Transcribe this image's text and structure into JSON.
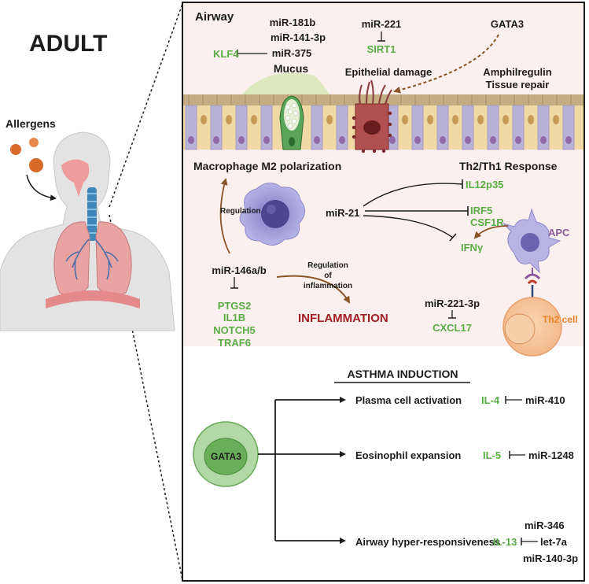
{
  "title": "ADULT",
  "allergens": "Allergens",
  "airway": {
    "label": "Airway",
    "mirs": [
      "miR-181b",
      "miR-141-3p",
      "miR-375"
    ],
    "klf4": "KLF4",
    "mucus": "Mucus",
    "mir221": "miR-221",
    "sirt1": "SIRT1",
    "epithelial_damage": "Epithelial damage",
    "gata3": "GATA3",
    "amphiregulin": "Amphilregulin",
    "tissue_repair": "Tissue repair"
  },
  "macrophage": {
    "title": "Macrophage M2 polarization",
    "regulation": "Regulation",
    "mir146": "miR-146a/b",
    "targets": [
      "PTGS2",
      "IL1B",
      "NOTCH5",
      "TRAF6"
    ],
    "regulation_of_inflammation": [
      "Regulation",
      "of",
      "inflammation"
    ],
    "inflammation": "INFLAMMATION"
  },
  "th": {
    "title": "Th2/Th1 Response",
    "mir21": "miR-21",
    "il12": "IL12p35",
    "irf5": "IRF5",
    "csf1r": "CSF1R",
    "ifng": "IFNγ",
    "apc": "APC",
    "mir221_3p": "miR-221-3p",
    "cxcl17": "CXCL17",
    "th2cell": "Th2 cell"
  },
  "asthma": {
    "title": "ASTHMA INDUCTION",
    "gata3": "GATA3",
    "plasma": "Plasma cell activation",
    "il4": "IL-4",
    "mir410": "miR-410",
    "eos": "Eosinophil expansion",
    "il5": "IL-5",
    "mir1248": "miR-1248",
    "ahr": "Airway hyper-responsiveness",
    "il13": "IL-13",
    "mir346": "miR-346",
    "let7a": "let-7a",
    "mir140": "miR-140-3p"
  },
  "colors": {
    "green": "#5aac45",
    "inflammation": "#a11d22",
    "apc": "#8a5a9c",
    "th2": "#e8832a",
    "brown_arrow": "#8a5428",
    "panel_bg": "#fbf0ee"
  }
}
